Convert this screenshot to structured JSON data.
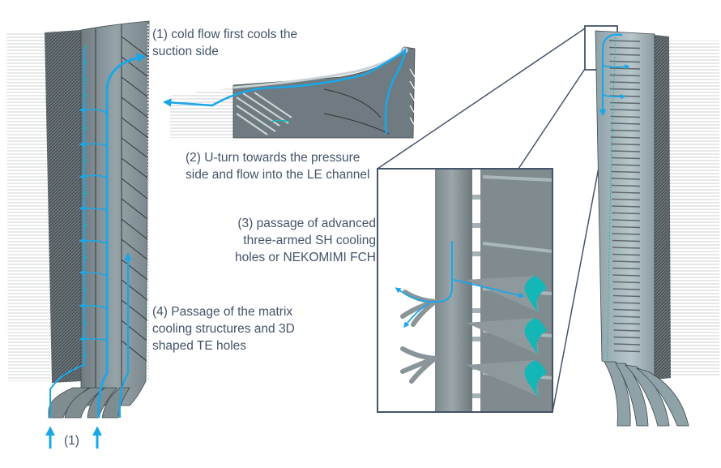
{
  "figure": {
    "title": "Turbine blade internal cooling flow path",
    "colors": {
      "flow": "#1aa7e8",
      "metal": "#7f8c90",
      "metal_dark": "#5d676b",
      "metal_light": "#a9b8bd",
      "fin_accent": "#14b7b5",
      "frame": "#44546a",
      "text": "#44546a"
    },
    "annotations": [
      {
        "id": "step-1",
        "text": "(1) cold flow first cools the\nsuction side"
      },
      {
        "id": "step-2",
        "text": "(2) U-turn towards the pressure\nside and flow into the LE channel"
      },
      {
        "id": "step-3",
        "text": "(3) passage of advanced\nthree-armed SH cooling\nholes or NEKOMIMI FCH"
      },
      {
        "id": "step-4",
        "text": "(4) Passage of the matrix\ncooling structures and 3D\nshaped TE holes"
      }
    ],
    "inlet_label": "(1)",
    "views": [
      {
        "id": "left-blade",
        "description": "Suction side view with coolant flow arrows"
      },
      {
        "id": "tip-view",
        "description": "Blade tip U-turn detail"
      },
      {
        "id": "inset",
        "description": "Magnified LE channel with shaped cooling holes"
      },
      {
        "id": "right-blade",
        "description": "Pressure side view with LE channel flow"
      }
    ]
  }
}
